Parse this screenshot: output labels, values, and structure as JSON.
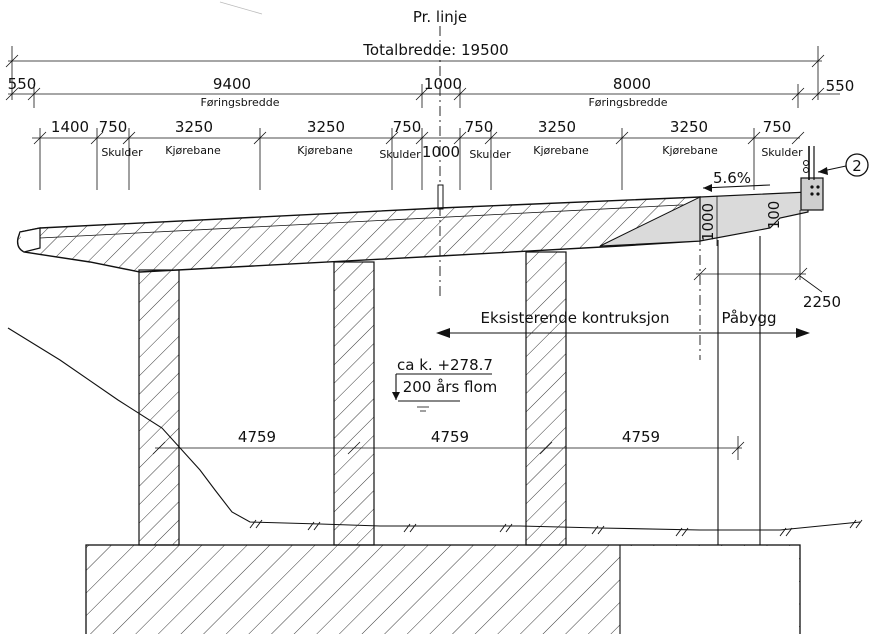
{
  "header": {
    "centerline_label": "Pr. linje",
    "total_width": "Totalbredde: 19500"
  },
  "dims_top": {
    "left_edge": "550",
    "left_lane_total": "9400",
    "median": "1000",
    "right_lane_total": "8000",
    "right_edge": "550",
    "left_label": "Føringsbredde",
    "right_label": "Føringsbredde"
  },
  "dims_lanes": {
    "d1": "1400",
    "d2": "750",
    "d3": "3250",
    "d4": "3250",
    "d5": "750",
    "d6": "1000",
    "d7": "750",
    "d8": "3250",
    "d9": "3250",
    "d10": "750"
  },
  "lane_labels": {
    "shoulder_a": "Skulder",
    "lane_a": "Kjørebane",
    "lane_b": "Kjørebane",
    "shoulder_b": "Skulder",
    "shoulder_c": "Skulder",
    "lane_c": "Kjørebane",
    "lane_d": "Kjørebane",
    "shoulder_d": "Skulder"
  },
  "annotations": {
    "slope": "5.6%",
    "callout": "2",
    "height_1000": "1000",
    "height_100": "100",
    "extension_width": "2250",
    "existing": "Eksisterende kontruksjon",
    "extension": "Påbygg",
    "water_level": "ca k. +278.7",
    "flood": "200 års flom"
  },
  "column_spacing": [
    "4759",
    "4759",
    "4759"
  ]
}
